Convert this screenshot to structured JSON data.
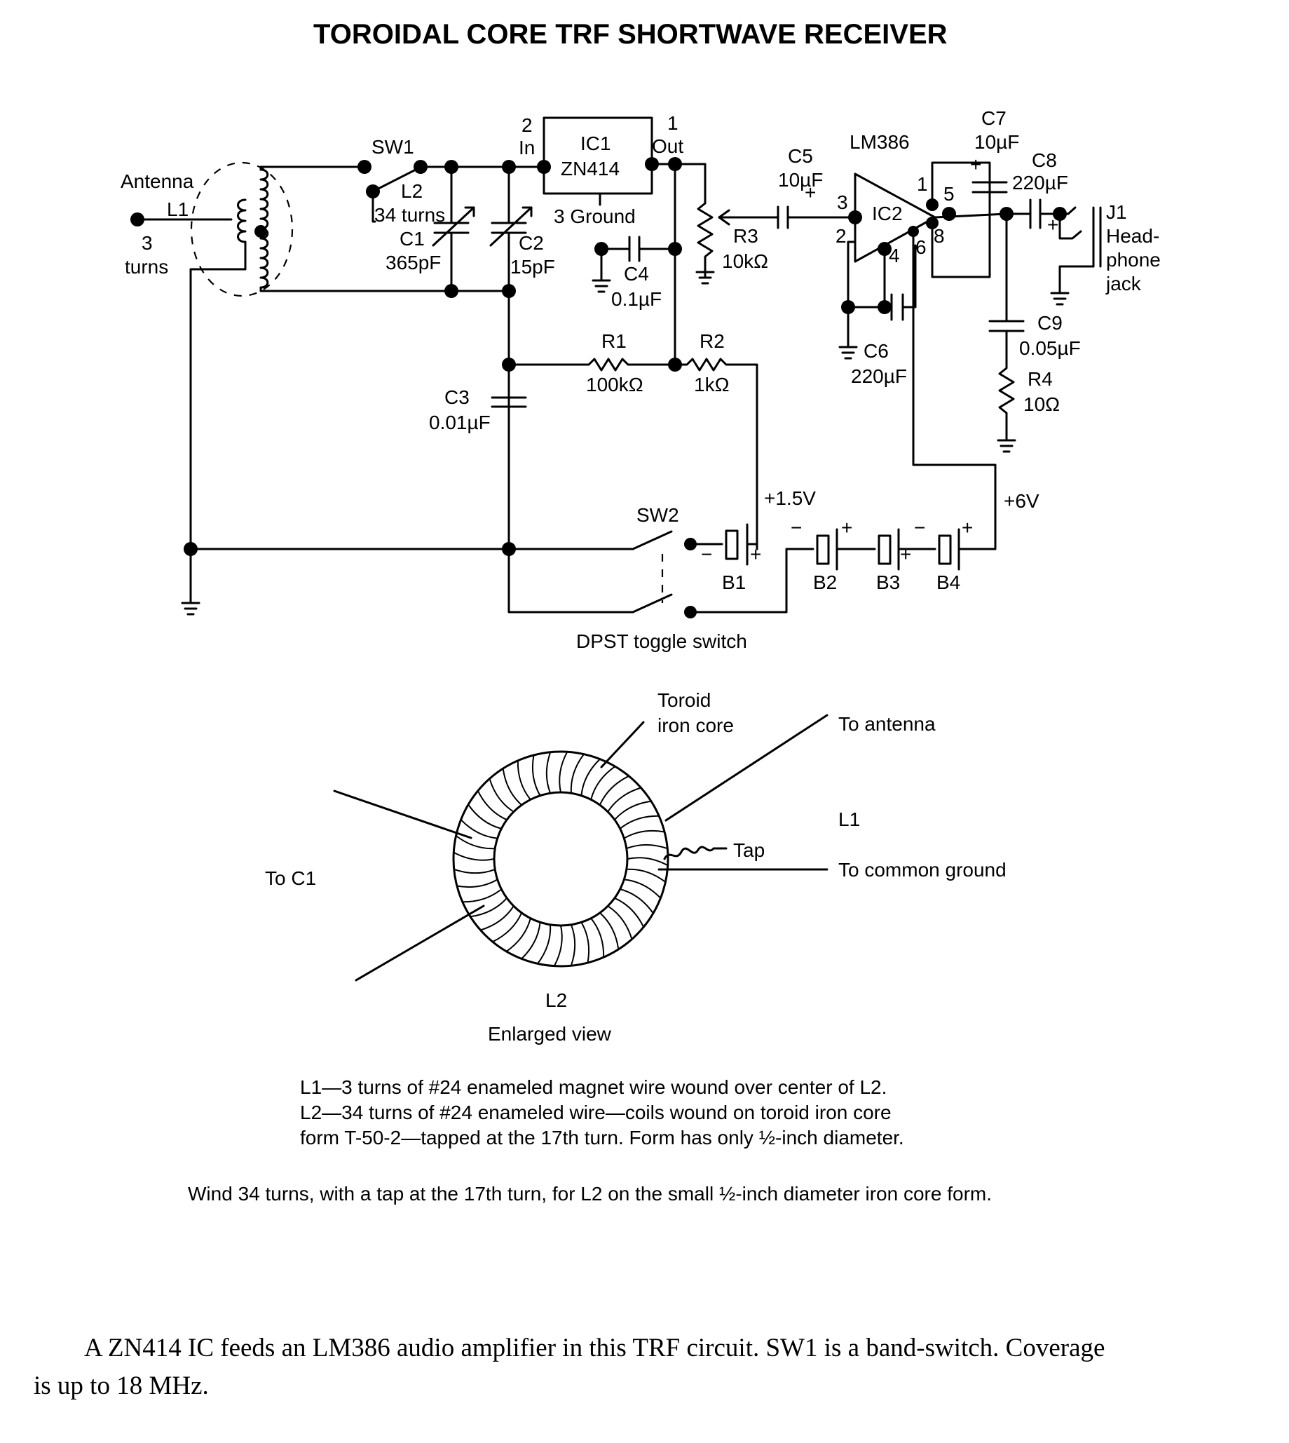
{
  "title": "TOROIDAL CORE TRF SHORTWAVE RECEIVER",
  "labels": {
    "antenna": "Antenna",
    "l1": "L1",
    "l1_turns_num": "3",
    "l1_turns_word": "turns",
    "sw1": "SW1",
    "l2": "L2",
    "l2_turns": "34 turns",
    "c1": "C1",
    "c1_val": "365pF",
    "c2": "C2",
    "c2_val": "15pF",
    "pin2": "2",
    "pin_in": "In",
    "ic1": "IC1",
    "ic1_part": "ZN414",
    "pin1": "1",
    "pin_out": "Out",
    "ground3": "3 Ground",
    "c4": "C4",
    "c4_val": "0.1µF",
    "c5": "C5",
    "c5_val": "10µF",
    "r3": "R3",
    "r3_val": "10kΩ",
    "lm386": "LM386",
    "ic2": "IC2",
    "c7": "C7",
    "c7_val": "10µF",
    "c8": "C8",
    "c8_val": "220µF",
    "j1": "J1",
    "jack1": "Head-",
    "jack2": "phone",
    "jack3": "jack",
    "p3": "3",
    "p2": "2",
    "p4": "4",
    "p6": "6",
    "p1": "1",
    "p5": "5",
    "p8": "8",
    "c6": "C6",
    "c6_val": "220µF",
    "c9": "C9",
    "c9_val": "0.05µF",
    "r4": "R4",
    "r4_val": "10Ω",
    "r1": "R1",
    "r1_val": "100kΩ",
    "r2": "R2",
    "r2_val": "1kΩ",
    "c3": "C3",
    "c3_val": "0.01µF",
    "v15": "+1.5V",
    "v6": "+6V",
    "sw2": "SW2",
    "b1": "B1",
    "b2": "B2",
    "b3": "B3",
    "b4": "B4",
    "dpst": "DPST  toggle switch",
    "toroid1": "Toroid",
    "toroid2": "iron core",
    "to_antenna": "To antenna",
    "l1_view": "L1",
    "tap": "Tap",
    "to_ground": "To common ground",
    "to_c1": "To C1",
    "l2_view": "L2",
    "enlarged": "Enlarged view",
    "plus": "+",
    "minus": "−"
  },
  "notes": [
    "L1—3 turns of #24 enameled magnet wire wound over center of L2.",
    "L2—34 turns of #24 enameled wire—coils wound on toroid iron core",
    "form T-50-2—tapped at the 17th turn. Form has only ½-inch diameter."
  ],
  "instruction": "Wind 34 turns, with a tap at the 17th turn, for L2 on the small ½-inch diameter iron core form.",
  "caption": [
    "A ZN414 IC feeds an LM386 audio amplifier in this TRF circuit. SW1 is a band-switch. Coverage",
    "is up to 18 MHz."
  ]
}
